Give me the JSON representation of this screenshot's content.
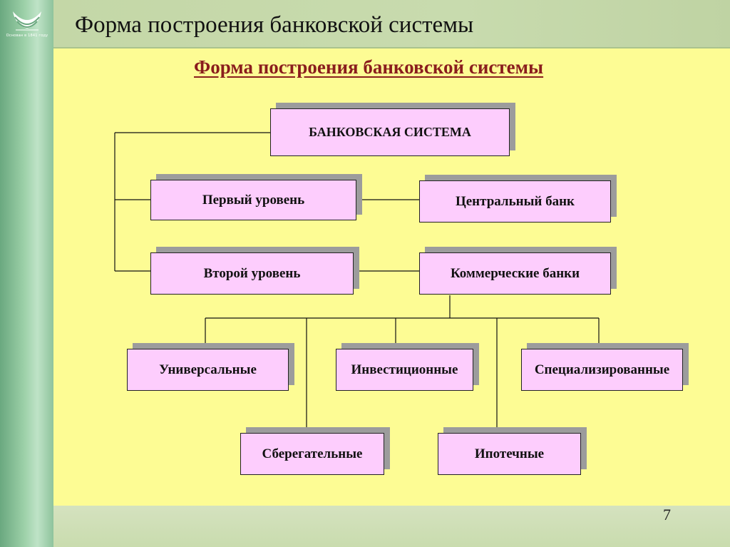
{
  "header": {
    "title": "Форма построения банковской системы",
    "logo_caption": "Основан в 1841 году"
  },
  "subtitle": "Форма построения банковской системы",
  "diagram": {
    "root": "БАНКОВСКАЯ СИСТЕМА",
    "level1": "Первый уровень",
    "central_bank": "Центральный банк",
    "level2": "Второй уровень",
    "commercial_banks": "Коммерческие банки",
    "universal": "Универсальные",
    "investment": "Инвестиционные",
    "specialized": "Специализированные",
    "savings": "Сберегательные",
    "mortgage": "Ипотечные"
  },
  "colors": {
    "background": "#fdfc94",
    "node_fill": "#fdcdfd",
    "subtitle": "#8a1d1d"
  },
  "page_number": "7"
}
